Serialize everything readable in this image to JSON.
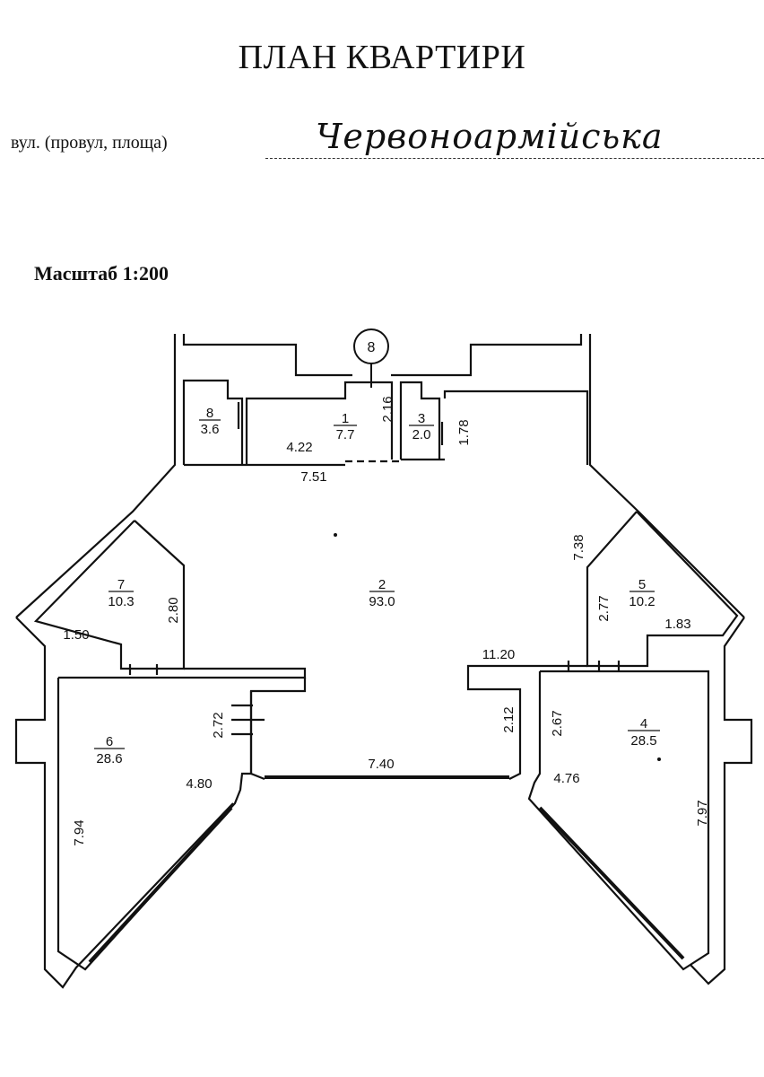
{
  "header": {
    "title": "ПЛАН КВАРТИРИ",
    "street_label": "вул. (провул, площа)",
    "street_value": "Червоноармійська",
    "scale": "Масштаб 1:200"
  },
  "plan": {
    "entrance_marker": "8",
    "rooms": [
      {
        "number": "1",
        "area": "7.7"
      },
      {
        "number": "2",
        "area": "93.0"
      },
      {
        "number": "3",
        "area": "2.0"
      },
      {
        "number": "4",
        "area": "28.5"
      },
      {
        "number": "5",
        "area": "10.2"
      },
      {
        "number": "6",
        "area": "28.6"
      },
      {
        "number": "7",
        "area": "10.3"
      },
      {
        "number": "8",
        "area": "3.6"
      }
    ],
    "dimensions": {
      "d_2_16": "2.16",
      "d_1_78": "1.78",
      "d_4_22": "4.22",
      "d_7_51": "7.51",
      "d_7_38": "7.38",
      "d_2_80": "2.80",
      "d_2_77": "2.77",
      "d_1_50": "1.50",
      "d_1_83": "1.83",
      "d_11_20": "11.20",
      "d_2_72": "2.72",
      "d_2_12": "2.12",
      "d_2_67": "2.67",
      "d_7_40": "7.40",
      "d_4_80": "4.80",
      "d_4_76": "4.76",
      "d_7_94": "7.94",
      "d_7_97": "7.97"
    }
  }
}
